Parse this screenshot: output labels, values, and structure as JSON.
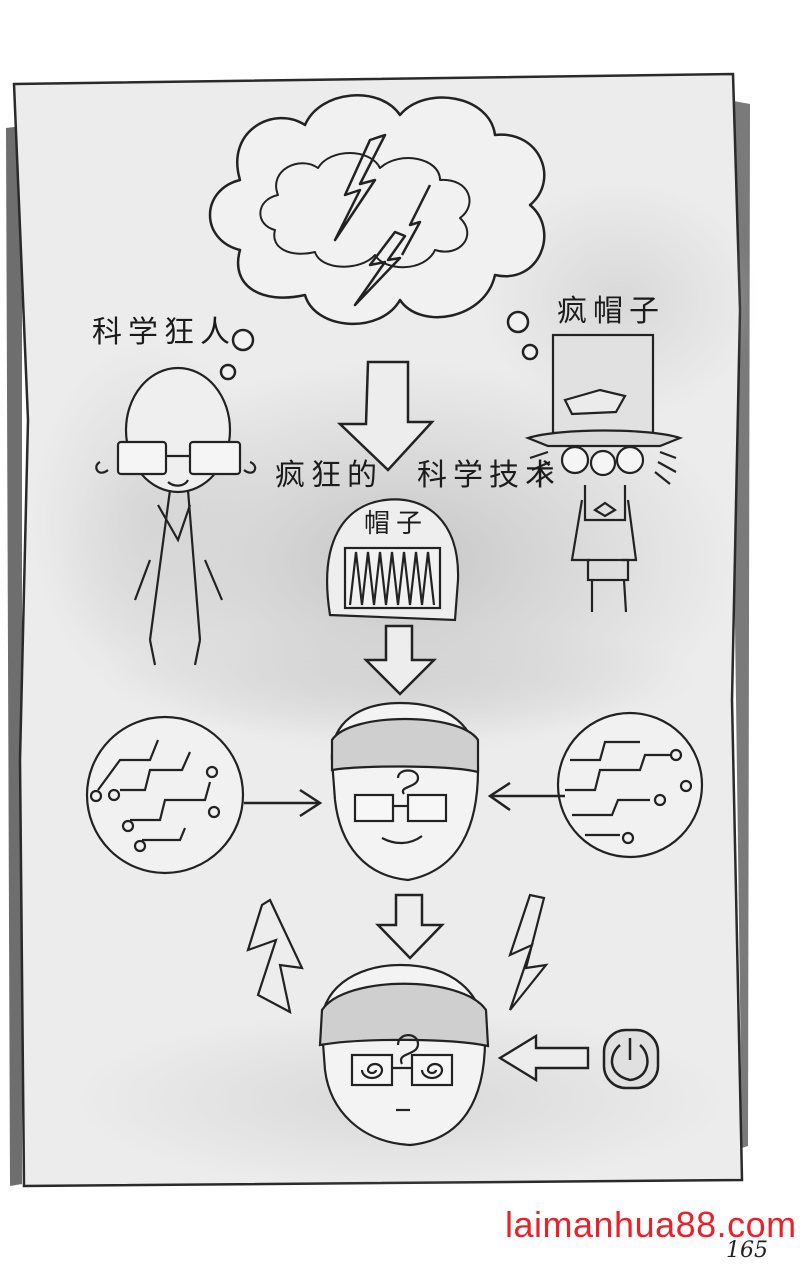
{
  "labels": {
    "mad_scientist": "科学狂人",
    "mad_hatter": "疯帽子",
    "crazy": "疯狂的",
    "science_tech": "科学技术",
    "hat": "帽子"
  },
  "watermark": "laimanhua88.com",
  "page_number": "165",
  "colors": {
    "paper": "#e9e9e9",
    "shadow": "#9a9a9a",
    "ink": "#1b1b1b",
    "watermark": "#e8222b"
  }
}
